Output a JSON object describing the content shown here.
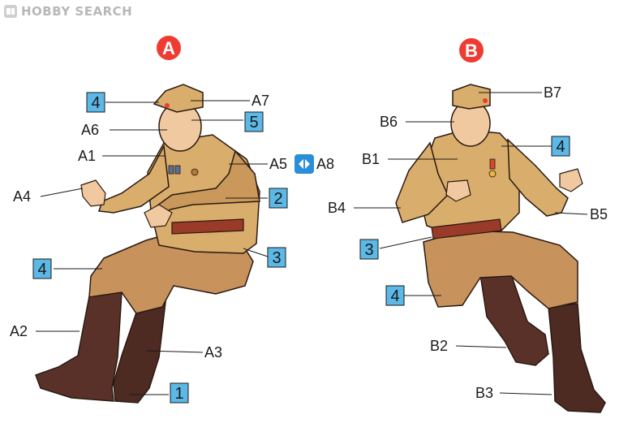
{
  "logo": {
    "text": "HOBBY SEARCH"
  },
  "colors": {
    "uniform": "#d9ad6c",
    "uniform_dark": "#c18f4f",
    "breeches": "#c7925b",
    "boots": "#5a3128",
    "boots_dark": "#3e2019",
    "belt": "#9a3a28",
    "skin": "#f1c9a0",
    "paint_box": "#5cb8e6",
    "marker_red": "#ef3b32",
    "outline": "#2a1a12"
  },
  "figure_a": {
    "marker": "A",
    "labels": {
      "a1": "A1",
      "a2": "A2",
      "a3": "A3",
      "a4": "A4",
      "a5": "A5",
      "a6": "A6",
      "a7": "A7",
      "a8": "A8"
    },
    "paint_refs": {
      "cap": "4",
      "cap_star": "5",
      "tunic": "2",
      "belt": "3",
      "breeches": "4",
      "boots": "1"
    }
  },
  "figure_b": {
    "marker": "B",
    "labels": {
      "b1": "B1",
      "b2": "B2",
      "b3": "B3",
      "b4": "B4",
      "b5": "B5",
      "b6": "B6",
      "b7": "B7"
    },
    "paint_refs": {
      "tunic": "4",
      "belt": "3",
      "breeches": "4"
    }
  }
}
